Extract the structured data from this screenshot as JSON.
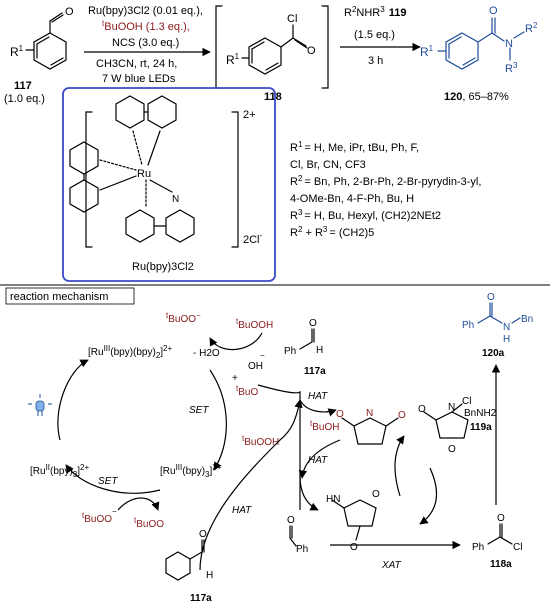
{
  "scheme": {
    "reactant": {
      "label": "117",
      "equiv": "(1.0 eq.)",
      "substituent": "R",
      "substituent_sup": "1",
      "atom": "O"
    },
    "conditions": {
      "line1": "Ru(bpy)3Cl2 (0.01 eq.),",
      "line2_sup": "t",
      "line2": "BuOOH (1.3 eq.),",
      "line3": "NCS (3.0 eq.)",
      "line4": "CH3CN, rt, 24 h,",
      "line5": "7 W blue LEDs"
    },
    "intermediate": {
      "label": "118",
      "atom_cl": "Cl",
      "atom_o": "O",
      "substituent": "R",
      "substituent_sup": "1"
    },
    "amine": {
      "r2": "R",
      "r2_sup": "2",
      "nh": "NHR",
      "r3_sup": "3",
      "num": "119",
      "equiv": "(1.5 eq.)",
      "time": "3 h"
    },
    "product": {
      "label": "120",
      "yield": ", 65–87%",
      "atom_o": "O",
      "atom_n": "N",
      "r1": "R",
      "r1_sup": "1",
      "r2": "R",
      "r2_sup": "2",
      "r3": "R",
      "r3_sup": "3"
    },
    "catalyst": {
      "name": "Ru(bpy)3Cl2",
      "metal": "Ru",
      "charge": "2+",
      "counterion": "2Cl",
      "counterion_sup": "-",
      "n_atom": "N"
    },
    "substituents": {
      "r1": "= H, Me, iPr, tBu, Ph, F,",
      "r1b": "Cl, Br, CN, CF3",
      "r2": "= Bn, Ph, 2-Br-Ph, 2-Br-pyrydin-3-yl,",
      "r2b": "4-OMe-Bn, 4-F-Ph, Bu, H",
      "r3": "= H, Bu, Hexyl, (CH2)2NEt2",
      "r23": "= (CH2)5"
    }
  },
  "mechanism": {
    "title": "reaction mechanism",
    "species": {
      "tbuooh": "BuOOH",
      "tbuoo_anion": "BuOO",
      "tbuo_radical": "BuO",
      "tbuoh": "BuOH",
      "oh_anion": "OH",
      "minus_h2o": "- H2O",
      "ru2": "[Ru(bpy)3]",
      "ru2_charge": "2+",
      "ru3": "[Ru(bpy)3]",
      "ru3_charge": "3+",
      "ru3_radical": "[Ru(bpy)(bpy)2]",
      "ru3_radical_charge": "2+",
      "benzaldehyde": "117a",
      "acyl_chloride": "118a",
      "amine": "BnNH2",
      "amine_label": "119a",
      "product": "120a",
      "ph": "Ph",
      "h": "H",
      "o": "O",
      "n": "N",
      "cl": "Cl",
      "bn": "Bn"
    },
    "steps": {
      "set": "SET",
      "hat": "HAT",
      "xat": "XAT",
      "plus": "+"
    }
  },
  "colors": {
    "red": "#8b1a1a",
    "blue": "#1f4e9c",
    "box": "#3a49c9"
  }
}
